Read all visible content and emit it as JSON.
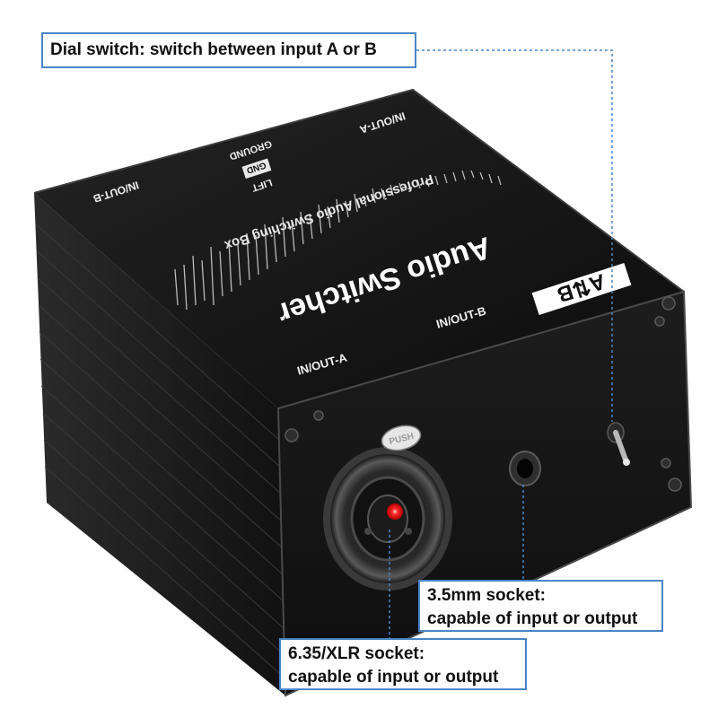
{
  "callouts": {
    "dial_switch": "Dial switch: switch between input A or B",
    "socket_35_line1": "3.5mm socket:",
    "socket_35_line2": "capable of input or output",
    "socket_xlr_line1": "6.35/XLR socket:",
    "socket_xlr_line2": "capable of input or output"
  },
  "device": {
    "title": "Audio Switcher",
    "subtitle": "Professional Audio Switching Box",
    "logo": "A⇅B",
    "top_in_out_a": "IN/OUT-A",
    "top_in_out_b": "IN/OUT-B",
    "lift": "LIFT",
    "gnd": "GND",
    "ground": "GROUND",
    "front_in_out_a": "IN/OUT-A",
    "front_in_out_b": "IN/OUT-B",
    "push": "PUSH"
  },
  "colors": {
    "callout_border": "#4a86c5",
    "leader_line": "#4a86c5",
    "device_body": "#161616",
    "led": "#ff1a1a"
  }
}
